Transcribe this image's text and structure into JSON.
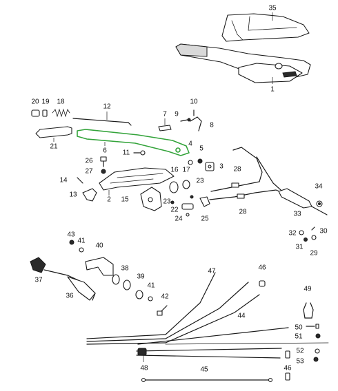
{
  "callouts": {
    "c1": "1",
    "c2": "2",
    "c3": "3",
    "c4": "4",
    "c5": "5",
    "c6": "6",
    "c7": "7",
    "c8": "8",
    "c9": "9",
    "c10": "10",
    "c11": "11",
    "c12": "12",
    "c13": "13",
    "c14": "14",
    "c15": "15",
    "c16": "16",
    "c17": "17",
    "c18": "18",
    "c19": "19",
    "c20": "20",
    "c21": "21",
    "c22": "22",
    "c23a": "23",
    "c23b": "23",
    "c24": "24",
    "c25": "25",
    "c26": "26",
    "c27": "27",
    "c28a": "28",
    "c28b": "28",
    "c29": "29",
    "c30": "30",
    "c31": "31",
    "c32": "32",
    "c33": "33",
    "c34": "34",
    "c35": "35",
    "c36": "36",
    "c37": "37",
    "c38": "38",
    "c39": "39",
    "c40": "40",
    "c41a": "41",
    "c41b": "41",
    "c42": "42",
    "c43": "43",
    "c44": "44",
    "c45": "45",
    "c46a": "46",
    "c46b": "46",
    "c47": "47",
    "c48": "48",
    "c49": "49",
    "c50": "50",
    "c51": "51",
    "c52": "52",
    "c53": "53"
  },
  "colors": {
    "highlight": "#33a33a",
    "line": "#1a1a1a"
  }
}
